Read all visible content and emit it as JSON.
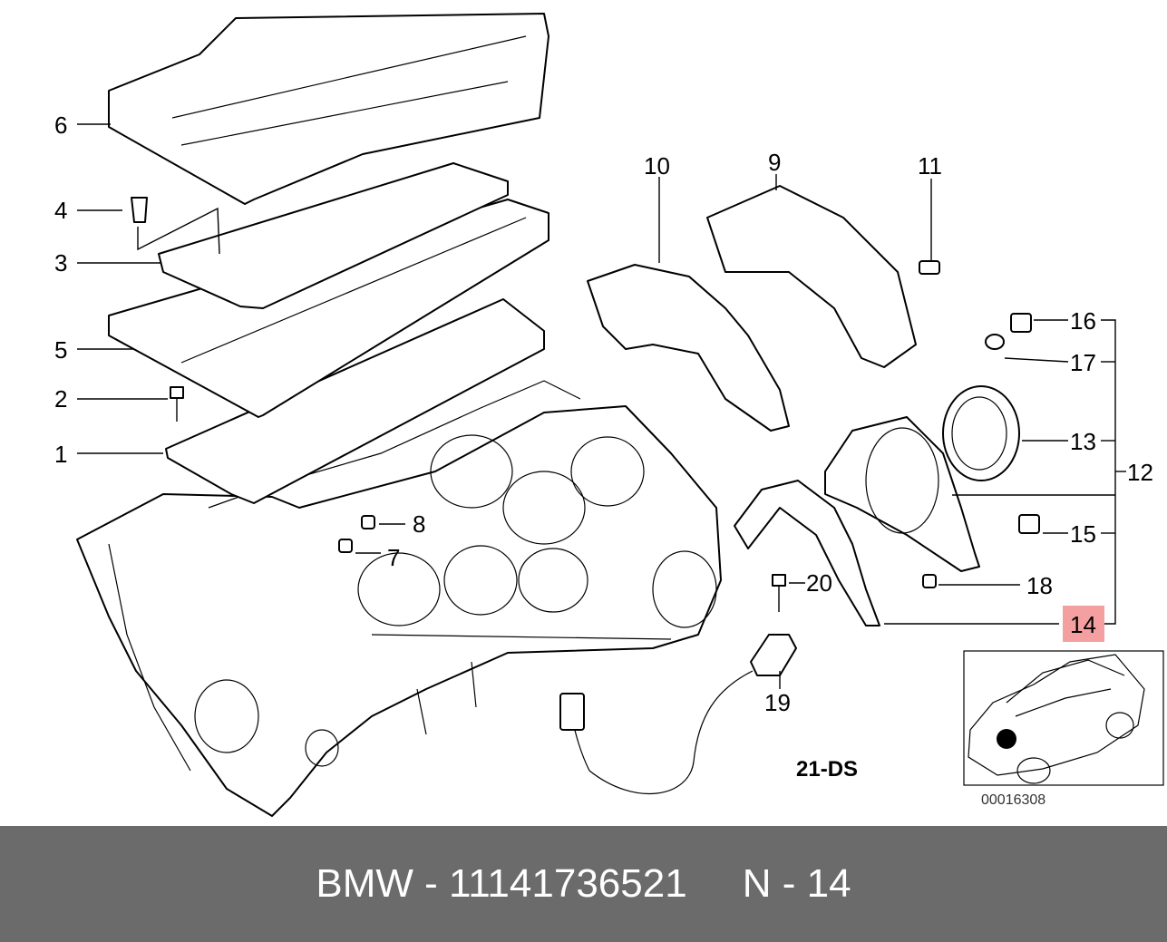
{
  "callouts": {
    "c1": "1",
    "c2": "2",
    "c3": "3",
    "c4": "4",
    "c5": "5",
    "c6": "6",
    "c7": "7",
    "c8": "8",
    "c9": "9",
    "c10": "10",
    "c11": "11",
    "c12": "12",
    "c13": "13",
    "c14": "14",
    "c15": "15",
    "c16": "16",
    "c17": "17",
    "c18": "18",
    "c19": "19",
    "c20": "20"
  },
  "highlight_color": "#f4a0a0",
  "section_code": "21-DS",
  "diagram_ref": "00016308",
  "footer": {
    "text": "BMW - 11141736521     N - 14"
  }
}
